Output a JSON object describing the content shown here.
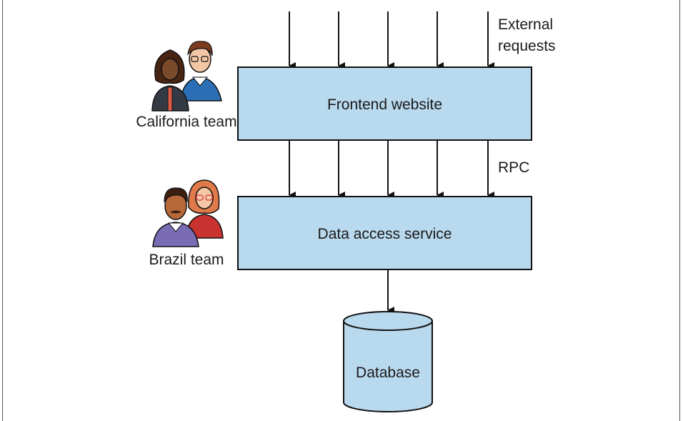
{
  "diagram": {
    "external_label_line1": "External",
    "external_label_line2": "requests",
    "rpc_label": "RPC",
    "frontend_label": "Frontend website",
    "data_service_label": "Data access service",
    "database_label": "Database",
    "california_team_label": "California team",
    "brazil_team_label": "Brazil team"
  },
  "colors": {
    "box_fill": "#b9d9ee",
    "box_stroke": "#111111",
    "arrow": "#111111",
    "page_border": "#555555"
  },
  "icons": {
    "california_team": [
      "woman-avatar-icon",
      "man-with-glasses-avatar-icon"
    ],
    "brazil_team": [
      "man-with-mustache-avatar-icon",
      "woman-with-glasses-avatar-icon"
    ]
  }
}
